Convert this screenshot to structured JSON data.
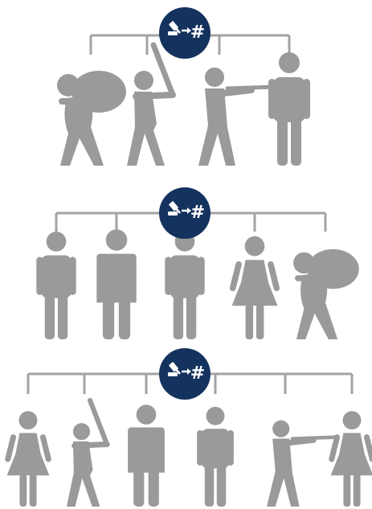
{
  "colors": {
    "figure": "#9a9a9a",
    "connector": "#a3a3a3",
    "badge": "#14325e",
    "badge_glyph": "#ffffff",
    "background": "#ffffff"
  },
  "badge": {
    "icon_names": [
      "gavel-icon",
      "arrow-right-icon",
      "hash-icon"
    ],
    "hash_glyph": "#"
  },
  "groups": [
    {
      "name": "group-1",
      "members": [
        "thief-with-sack",
        "person-with-bat",
        "person-with-rifle",
        "man-standing"
      ]
    },
    {
      "name": "group-2",
      "members": [
        "man-standing",
        "man-standing",
        "man-standing",
        "woman-standing",
        "thief-with-sack"
      ]
    },
    {
      "name": "group-3",
      "members": [
        "woman-standing",
        "person-with-bat",
        "man-standing",
        "man-standing",
        "person-with-rifle",
        "woman-standing"
      ]
    }
  ]
}
